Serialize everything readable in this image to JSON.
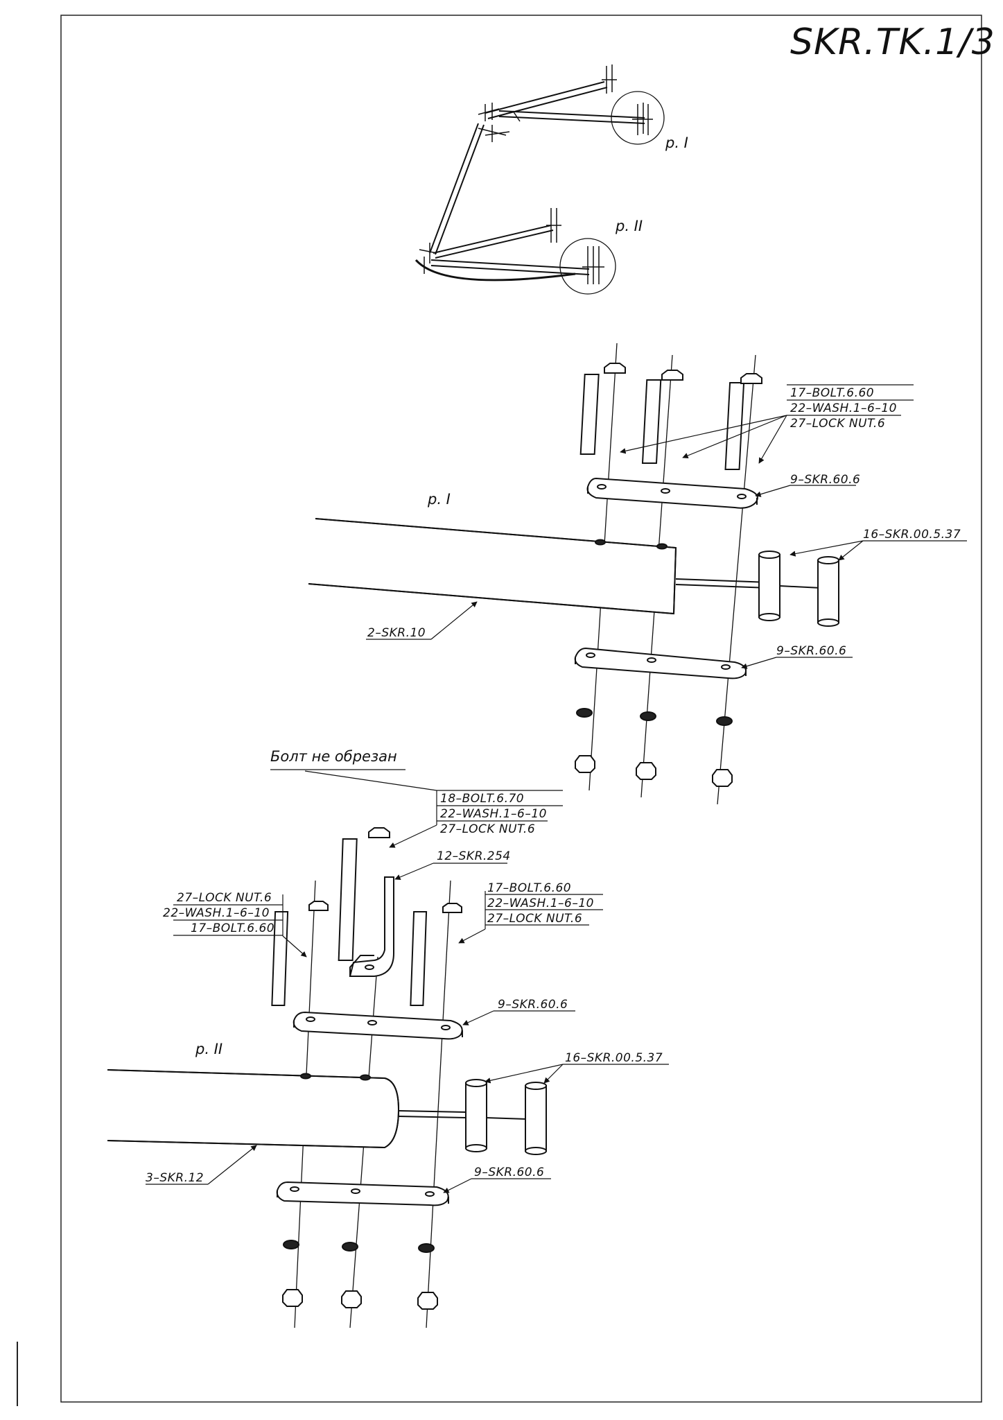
{
  "sheet_title": "SKR.TK.1/3",
  "overview": {
    "callout_1": "p. I",
    "callout_2": "p. II"
  },
  "detail_1": {
    "title": "p. I",
    "bolt_labels": [
      "17–BOLT.6.60",
      "22–WASH.1–6–10",
      "27–LOCK NUT.6"
    ],
    "plate_top": "9–SKR.60.6",
    "plate_bottom": "9–SKR.60.6",
    "sleeves": "16–SKR.00.5.37",
    "pipe": "2–SKR.10"
  },
  "detail_2": {
    "title": "p. II",
    "note": "Болт не обрезан",
    "center_labels": [
      "18–BOLT.6.70",
      "22–WASH.1–6–10",
      "27–LOCK NUT.6"
    ],
    "hook": "12–SKR.254",
    "left_labels": [
      "27–LOCK NUT.6",
      "22–WASH.1–6–10",
      "17–BOLT.6.60"
    ],
    "right_labels": [
      "17–BOLT.6.60",
      "22–WASH.1–6–10",
      "27–LOCK NUT.6"
    ],
    "plate_top": "9–SKR.60.6",
    "plate_bottom": "9–SKR.60.6",
    "sleeves": "16–SKR.00.5.37",
    "pipe": "3–SKR.12"
  }
}
